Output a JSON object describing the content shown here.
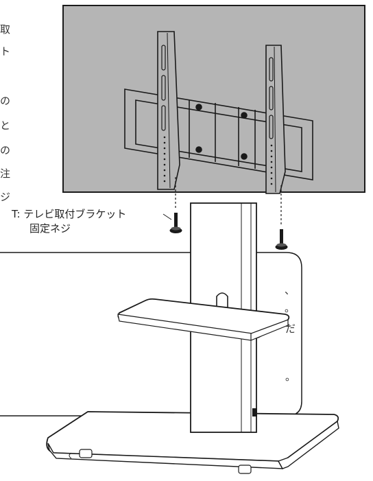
{
  "callout": {
    "part_letter": "T:",
    "part_name": "テレビ取付ブラケット",
    "part_name_line2": "固定ネジ"
  },
  "cropped_text_left": [
    "取",
    "ト",
    "の",
    "と",
    "の",
    "注",
    "ジ"
  ],
  "cropped_text_note": [
    "、",
    "。",
    "だ",
    "。"
  ],
  "colors": {
    "tv_panel": "#b5b5b5",
    "outline": "#1a1a1a",
    "bracket_fill": "#cfcfcf",
    "furniture": "#ffffff"
  },
  "icons": [
    "screw-icon"
  ]
}
